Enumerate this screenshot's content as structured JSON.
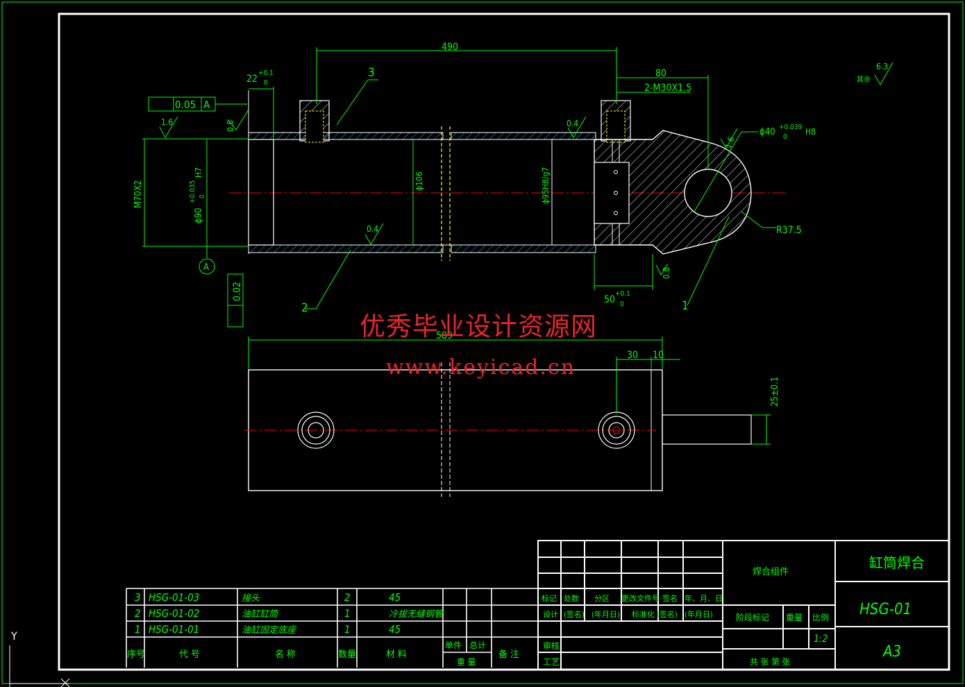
{
  "colors": {
    "background": "#000000",
    "frame": "#ffffff",
    "dimension": "#00ff00",
    "outline": "#ffffff",
    "centerline": "#ff0000",
    "hatch": "#00bfff",
    "watermark": "#e8242c",
    "hidden": "#ffff00"
  },
  "watermark": {
    "cn": "优秀毕业设计资源网",
    "url": "www.keyicad.cn"
  },
  "dims": {
    "len490": "490",
    "len80": "80",
    "thread": "2-M30X1.5",
    "len22": "22",
    "tol22_up": "+0.1",
    "tol22_lo": "0",
    "geo_tol": "0.05",
    "datum_a": "A",
    "ra16_a": "1.6",
    "ra08_a": "0.8",
    "ra04_a": "0.4",
    "ra04_b": "0.4",
    "ra16_b": "1.6",
    "ra08_b": "0.8",
    "m70": "M70X2",
    "d90": "ϕ90",
    "d90_up": "+0.035",
    "d90_lo": "0",
    "d90_fit": "H7",
    "d106": "ϕ106",
    "d95": "ϕ95H8/g7",
    "d40": "ϕ40",
    "d40_up": "+0.039",
    "d40_lo": "0",
    "d40_fit": "H8",
    "r375": "R37.5",
    "len50": "50",
    "tol50_up": "+0.1",
    "tol50_lo": "0",
    "flat": "0.02",
    "len589": "589",
    "len30": "30",
    "len10": "10",
    "len25": "25±0.1",
    "rest_label": "其余",
    "rest_ra": "6.3",
    "balloon_1": "1",
    "balloon_2": "2",
    "balloon_3": "3",
    "axis_y": "Y"
  },
  "bom": {
    "rows": [
      {
        "no": "3",
        "code": "HSG-01-03",
        "name": "接头",
        "qty": "2",
        "material": "45"
      },
      {
        "no": "2",
        "code": "HSG-01-02",
        "name": "油缸缸筒",
        "qty": "1",
        "material": "冷拔无缝钢管"
      },
      {
        "no": "1",
        "code": "HSG-01-01",
        "name": "油缸固定底座",
        "qty": "1",
        "material": "45"
      }
    ],
    "header": {
      "no": "序号",
      "code": "代 号",
      "name": "名 称",
      "qty": "数量",
      "material": "材 料",
      "unit": "单件",
      "total": "总计",
      "weight": "重 量",
      "remark": "备 注"
    }
  },
  "title_block": {
    "assembly": "焊合组件",
    "title": "缸筒焊合",
    "drawing_no": "HSG-01",
    "size": "A3",
    "scale": "1:2",
    "stage": "阶段标记",
    "weight": "重量",
    "scale_label": "比例",
    "sheets": "共  张  第  张",
    "rev_mark": "标记",
    "count": "处数",
    "zone": "分区",
    "change_doc": "更改文件号",
    "sign": "签名",
    "date": "年、月、日",
    "design": "设计",
    "sign2": "(签名)",
    "date2": "(年月日)",
    "std": "标准化",
    "sign3": "(签名)",
    "date3": "(年月日)",
    "review": "审核",
    "process": "工艺"
  }
}
